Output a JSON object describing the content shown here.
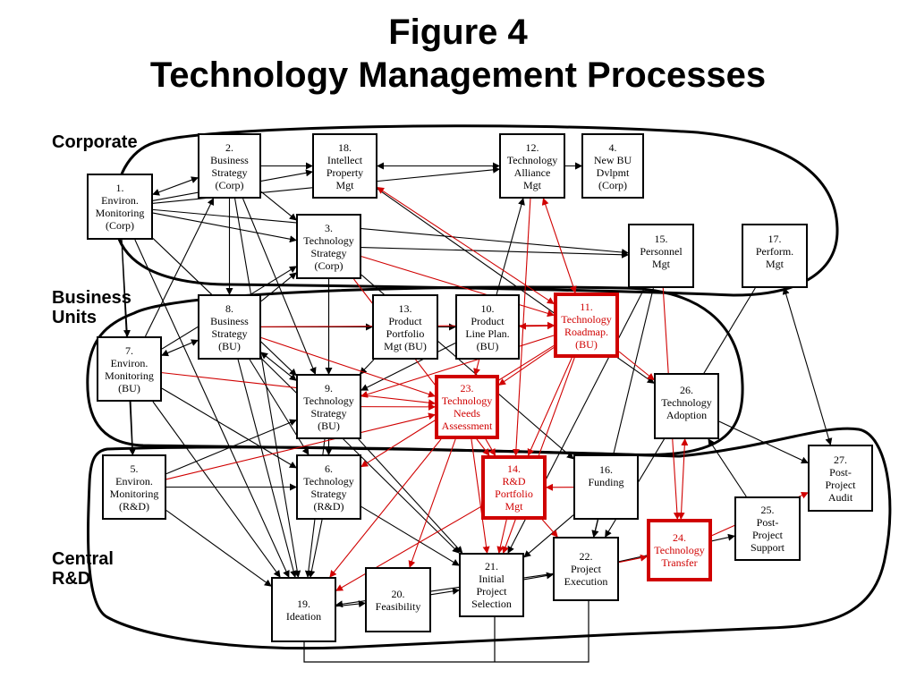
{
  "title": {
    "line1": "Figure 4",
    "line2": "Technology Management Processes"
  },
  "regions": {
    "corporate": "Corporate",
    "business_units": "Business\nUnits",
    "central_rd": "Central\nR&D"
  },
  "nodes": {
    "n1": {
      "num": "1.",
      "label": "Environ.\nMonitoring\n(Corp)"
    },
    "n2": {
      "num": "2.",
      "label": "Business\nStrategy\n(Corp)"
    },
    "n3": {
      "num": "3.",
      "label": "Technology\nStrategy\n(Corp)"
    },
    "n4": {
      "num": "4.",
      "label": "New BU\nDvlpmt\n(Corp)"
    },
    "n5": {
      "num": "5.",
      "label": "Environ.\nMonitoring\n(R&D)"
    },
    "n6": {
      "num": "6.",
      "label": "Technology\nStrategy\n(R&D)"
    },
    "n7": {
      "num": "7.",
      "label": "Environ.\nMonitoring\n(BU)"
    },
    "n8": {
      "num": "8.",
      "label": "Business\nStrategy\n(BU)"
    },
    "n9": {
      "num": "9.",
      "label": "Technology\nStrategy\n(BU)"
    },
    "n10": {
      "num": "10.",
      "label": "Product\nLine Plan.\n(BU)"
    },
    "n11": {
      "num": "11.",
      "label": "Technology\nRoadmap.\n(BU)"
    },
    "n12": {
      "num": "12.",
      "label": "Technology\nAlliance\nMgt"
    },
    "n13": {
      "num": "13.",
      "label": "Product\nPortfolio\nMgt (BU)"
    },
    "n14": {
      "num": "14.",
      "label": "R&D\nPortfolio\nMgt"
    },
    "n15": {
      "num": "15.",
      "label": "Personnel\nMgt"
    },
    "n16": {
      "num": "16.",
      "label": "Funding"
    },
    "n17": {
      "num": "17.",
      "label": "Perform.\nMgt"
    },
    "n18": {
      "num": "18.",
      "label": "Intellect\nProperty\nMgt"
    },
    "n19": {
      "num": "19.",
      "label": "Ideation"
    },
    "n20": {
      "num": "20.",
      "label": "Feasibility"
    },
    "n21": {
      "num": "21.",
      "label": "Initial\nProject\nSelection"
    },
    "n22": {
      "num": "22.",
      "label": "Project\nExecution"
    },
    "n23": {
      "num": "23.",
      "label": "Technology\nNeeds\nAssessment"
    },
    "n24": {
      "num": "24.",
      "label": "Technology\nTransfer"
    },
    "n25": {
      "num": "25.",
      "label": "Post-\nProject\nSupport"
    },
    "n26": {
      "num": "26.",
      "label": "Technology\nAdoption"
    },
    "n27": {
      "num": "27.",
      "label": "Post-\nProject\nAudit"
    }
  },
  "colors": {
    "highlight": "#d00000",
    "default": "#000000"
  },
  "edges": [
    {
      "from": "n1",
      "to": "n2",
      "color": "black",
      "bi": true
    },
    {
      "from": "n2",
      "to": "n18",
      "color": "black",
      "bi": false
    },
    {
      "from": "n18",
      "to": "n12",
      "color": "black",
      "bi": true
    },
    {
      "from": "n1",
      "to": "n3",
      "color": "black",
      "bi": false
    },
    {
      "from": "n1",
      "to": "n12",
      "color": "black",
      "bi": false
    },
    {
      "from": "n1",
      "to": "n15",
      "color": "black",
      "bi": false
    },
    {
      "from": "n1",
      "to": "n18",
      "color": "black",
      "bi": false
    },
    {
      "from": "n1",
      "to": "n7",
      "color": "black",
      "bi": false
    },
    {
      "from": "n1",
      "to": "n5",
      "color": "black",
      "bi": false
    },
    {
      "from": "n1",
      "to": "n19",
      "color": "black",
      "bi": false
    },
    {
      "from": "n1",
      "to": "n9",
      "color": "black",
      "bi": false
    },
    {
      "from": "n2",
      "to": "n3",
      "color": "black",
      "bi": false
    },
    {
      "from": "n2",
      "to": "n8",
      "color": "black",
      "bi": false
    },
    {
      "from": "n2",
      "to": "n19",
      "color": "black",
      "bi": false
    },
    {
      "from": "n2",
      "to": "n9",
      "color": "black",
      "bi": false
    },
    {
      "from": "n2",
      "to": "n4",
      "color": "black",
      "bi": false
    },
    {
      "from": "n18",
      "to": "n4",
      "color": "black",
      "bi": false
    },
    {
      "from": "n18",
      "to": "n26",
      "color": "black",
      "bi": false
    },
    {
      "from": "n3",
      "to": "n9",
      "color": "black",
      "bi": false
    },
    {
      "from": "n3",
      "to": "n6",
      "color": "black",
      "bi": false
    },
    {
      "from": "n3",
      "to": "n16",
      "color": "black",
      "bi": false
    },
    {
      "from": "n3",
      "to": "n15",
      "color": "black",
      "bi": false
    },
    {
      "from": "n7",
      "to": "n8",
      "color": "black",
      "bi": true
    },
    {
      "from": "n7",
      "to": "n3",
      "color": "black",
      "bi": false
    },
    {
      "from": "n7",
      "to": "n2",
      "color": "black",
      "bi": false
    },
    {
      "from": "n7",
      "to": "n5",
      "color": "black",
      "bi": false
    },
    {
      "from": "n7",
      "to": "n19",
      "color": "black",
      "bi": false
    },
    {
      "from": "n7",
      "to": "n6",
      "color": "black",
      "bi": false
    },
    {
      "from": "n8",
      "to": "n9",
      "color": "black",
      "bi": true
    },
    {
      "from": "n8",
      "to": "n13",
      "color": "black",
      "bi": false
    },
    {
      "from": "n8",
      "to": "n3",
      "color": "black",
      "bi": false
    },
    {
      "from": "n8",
      "to": "n19",
      "color": "black",
      "bi": false
    },
    {
      "from": "n8",
      "to": "n6",
      "color": "black",
      "bi": false
    },
    {
      "from": "n8",
      "to": "n21",
      "color": "black",
      "bi": false
    },
    {
      "from": "n13",
      "to": "n10",
      "color": "black",
      "bi": false
    },
    {
      "from": "n13",
      "to": "n9",
      "color": "black",
      "bi": false
    },
    {
      "from": "n10",
      "to": "n12",
      "color": "black",
      "bi": false
    },
    {
      "from": "n10",
      "to": "n9",
      "color": "black",
      "bi": false
    },
    {
      "from": "n9",
      "to": "n6",
      "color": "black",
      "bi": false
    },
    {
      "from": "n9",
      "to": "n19",
      "color": "black",
      "bi": false
    },
    {
      "from": "n9",
      "to": "n21",
      "color": "black",
      "bi": false
    },
    {
      "from": "n5",
      "to": "n6",
      "color": "black",
      "bi": false
    },
    {
      "from": "n5",
      "to": "n9",
      "color": "black",
      "bi": false
    },
    {
      "from": "n5",
      "to": "n19",
      "color": "black",
      "bi": false
    },
    {
      "from": "n6",
      "to": "n19",
      "color": "black",
      "bi": false
    },
    {
      "from": "n6",
      "to": "n21",
      "color": "black",
      "bi": false
    },
    {
      "from": "n19",
      "to": "n20",
      "color": "black",
      "bi": false
    },
    {
      "from": "n20",
      "to": "n21",
      "color": "black",
      "bi": false
    },
    {
      "from": "n21",
      "to": "n22",
      "color": "black",
      "bi": false
    },
    {
      "from": "n16",
      "to": "n21",
      "color": "black",
      "bi": false
    },
    {
      "from": "n16",
      "to": "n22",
      "color": "black",
      "bi": false
    },
    {
      "from": "n15",
      "to": "n21",
      "color": "black",
      "bi": false
    },
    {
      "from": "n15",
      "to": "n22",
      "color": "black",
      "bi": false
    },
    {
      "from": "n17",
      "to": "n27",
      "color": "black",
      "bi": true
    },
    {
      "from": "n17",
      "to": "n22",
      "color": "black",
      "bi": false
    },
    {
      "from": "n26",
      "to": "n27",
      "color": "black",
      "bi": false
    },
    {
      "from": "n25",
      "to": "n26",
      "color": "black",
      "bi": false
    },
    {
      "from": "n22",
      "to": "n25",
      "color": "black",
      "bi": false
    },
    {
      "from": "n22",
      "to": "n19",
      "color": "black",
      "bi": false
    },
    {
      "from": "n3",
      "to": "n11",
      "color": "red",
      "bi": false
    },
    {
      "from": "n8",
      "to": "n11",
      "color": "red",
      "bi": false
    },
    {
      "from": "n18",
      "to": "n11",
      "color": "red",
      "bi": true
    },
    {
      "from": "n11",
      "to": "n10",
      "color": "red",
      "bi": true
    },
    {
      "from": "n11",
      "to": "n12",
      "color": "red",
      "bi": true
    },
    {
      "from": "n11",
      "to": "n26",
      "color": "red",
      "bi": false
    },
    {
      "from": "n11",
      "to": "n23",
      "color": "red",
      "bi": false
    },
    {
      "from": "n11",
      "to": "n14",
      "color": "red",
      "bi": false
    },
    {
      "from": "n11",
      "to": "n6",
      "color": "red",
      "bi": false
    },
    {
      "from": "n11",
      "to": "n9",
      "color": "red",
      "bi": false
    },
    {
      "from": "n11",
      "to": "n21",
      "color": "red",
      "bi": false
    },
    {
      "from": "n7",
      "to": "n23",
      "color": "red",
      "bi": false
    },
    {
      "from": "n8",
      "to": "n23",
      "color": "red",
      "bi": false
    },
    {
      "from": "n9",
      "to": "n23",
      "color": "red",
      "bi": false
    },
    {
      "from": "n10",
      "to": "n23",
      "color": "red",
      "bi": false
    },
    {
      "from": "n23",
      "to": "n14",
      "color": "red",
      "bi": false
    },
    {
      "from": "n23",
      "to": "n21",
      "color": "red",
      "bi": false
    },
    {
      "from": "n23",
      "to": "n19",
      "color": "red",
      "bi": false
    },
    {
      "from": "n23",
      "to": "n20",
      "color": "red",
      "bi": false
    },
    {
      "from": "n5",
      "to": "n23",
      "color": "red",
      "bi": false
    },
    {
      "from": "n3",
      "to": "n14",
      "color": "red",
      "bi": false
    },
    {
      "from": "n12",
      "to": "n14",
      "color": "red",
      "bi": false
    },
    {
      "from": "n16",
      "to": "n14",
      "color": "red",
      "bi": false
    },
    {
      "from": "n14",
      "to": "n19",
      "color": "red",
      "bi": false
    },
    {
      "from": "n14",
      "to": "n21",
      "color": "red",
      "bi": false
    },
    {
      "from": "n14",
      "to": "n22",
      "color": "red",
      "bi": false
    },
    {
      "from": "n26",
      "to": "n24",
      "color": "red",
      "bi": true
    },
    {
      "from": "n22",
      "to": "n24",
      "color": "red",
      "bi": false
    },
    {
      "from": "n24",
      "to": "n27",
      "color": "red",
      "bi": false
    },
    {
      "from": "n15",
      "to": "n24",
      "color": "red",
      "bi": false
    }
  ]
}
